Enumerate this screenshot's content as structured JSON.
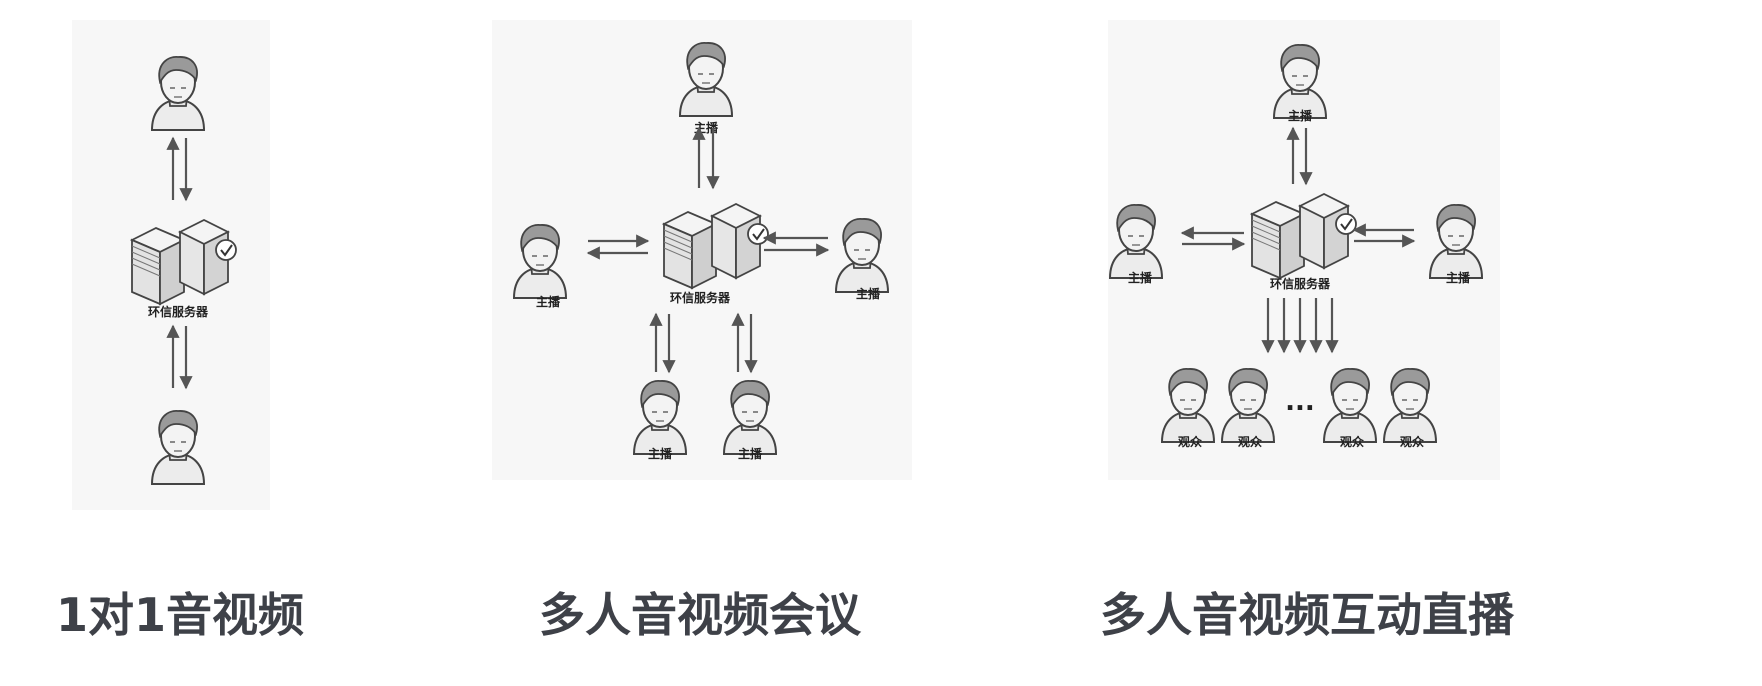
{
  "panels": [
    {
      "title": "1对1音视频",
      "server_label": "环信服务器"
    },
    {
      "title": "多人音视频会议",
      "server_label": "环信服务器",
      "labels": [
        "主播",
        "主播",
        "主播",
        "主播",
        "主播"
      ]
    },
    {
      "title": "多人音视频互动直播",
      "server_label": "环信服务器",
      "host_labels": [
        "主播",
        "主播",
        "主播"
      ],
      "audience_labels": [
        "观众",
        "观众",
        "观众",
        "观众"
      ],
      "ellipsis": "..."
    }
  ],
  "colors": {
    "title": "#3e4148",
    "arrow": "#555555",
    "bg_panel": "#f5f5f5"
  }
}
